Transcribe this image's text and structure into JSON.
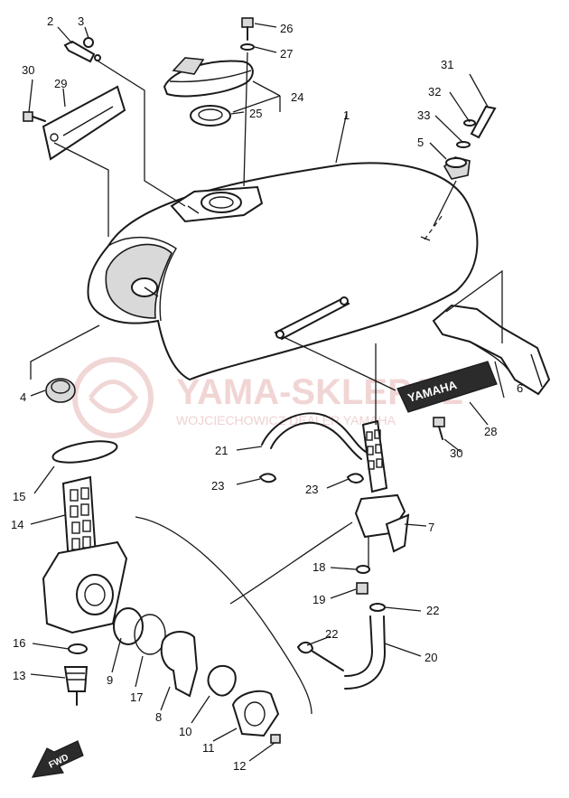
{
  "watermark": {
    "brand": "YAMA-SKLEP.PL",
    "dealer": "WOJCIECHOWICZ DEALER YAMAHA"
  },
  "emblem_text": "YAMAHA",
  "direction_arrow": "FWD",
  "part_numbers": {
    "p1": "1",
    "p2": "2",
    "p3": "3",
    "p4": "4",
    "p5": "5",
    "p6": "6",
    "p7": "7",
    "p8": "8",
    "p9": "9",
    "p10": "10",
    "p11": "11",
    "p12": "12",
    "p13": "13",
    "p14": "14",
    "p15": "15",
    "p16": "16",
    "p17": "17",
    "p18": "18",
    "p19": "19",
    "p20": "20",
    "p21": "21",
    "p22a": "22",
    "p22b": "22",
    "p23a": "23",
    "p23b": "23",
    "p24": "24",
    "p25": "25",
    "p26": "26",
    "p27": "27",
    "p28": "28",
    "p29": "29",
    "p30a": "30",
    "p30b": "30",
    "p31": "31",
    "p32": "32",
    "p33": "33"
  },
  "colors": {
    "line": "#1a1a1a",
    "watermark": "#e6b4b4"
  }
}
